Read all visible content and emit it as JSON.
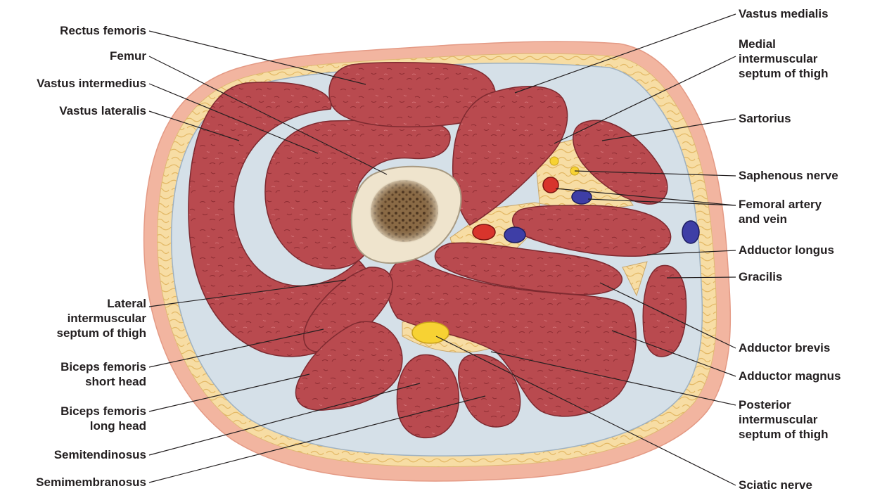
{
  "title": "",
  "colors": {
    "skin": "#f2b5a0",
    "fat": "#f7dda4",
    "fascia": "#d5e0e8",
    "muscle": "#b94a4f",
    "bone_cortex": "#efe4cd",
    "marrow": "#6d5234",
    "artery": "#d8342c",
    "vein": "#3e3ea6",
    "nerve": "#f7d233",
    "leader": "#231f20"
  },
  "labels_left": [
    {
      "id": "rectus-femoris",
      "text": "Rectus femoris"
    },
    {
      "id": "femur",
      "text": "Femur"
    },
    {
      "id": "vastus-intermedius",
      "text": "Vastus intermedius"
    },
    {
      "id": "vastus-lateralis",
      "text": "Vastus lateralis"
    },
    {
      "id": "lateral-intermuscular-septum",
      "text": "Lateral\nintermuscular\nseptum of thigh"
    },
    {
      "id": "biceps-femoris-short-head",
      "text": "Biceps femoris\nshort head"
    },
    {
      "id": "biceps-femoris-long-head",
      "text": "Biceps femoris\nlong head"
    },
    {
      "id": "semitendinosus",
      "text": "Semitendinosus"
    },
    {
      "id": "semimembranosus",
      "text": "Semimembranosus"
    }
  ],
  "labels_right": [
    {
      "id": "vastus-medialis",
      "text": "Vastus medialis"
    },
    {
      "id": "medial-intermuscular-septum",
      "text": "Medial\nintermuscular\nseptum of thigh"
    },
    {
      "id": "sartorius",
      "text": "Sartorius"
    },
    {
      "id": "saphenous-nerve",
      "text": "Saphenous nerve"
    },
    {
      "id": "femoral-artery-vein",
      "text": "Femoral artery\nand vein"
    },
    {
      "id": "adductor-longus",
      "text": "Adductor longus"
    },
    {
      "id": "gracilis",
      "text": "Gracilis"
    },
    {
      "id": "adductor-brevis",
      "text": "Adductor brevis"
    },
    {
      "id": "adductor-magnus",
      "text": "Adductor magnus"
    },
    {
      "id": "posterior-intermuscular-septum",
      "text": "Posterior\nintermuscular\nseptum of thigh"
    },
    {
      "id": "sciatic-nerve",
      "text": "Sciatic nerve"
    }
  ]
}
